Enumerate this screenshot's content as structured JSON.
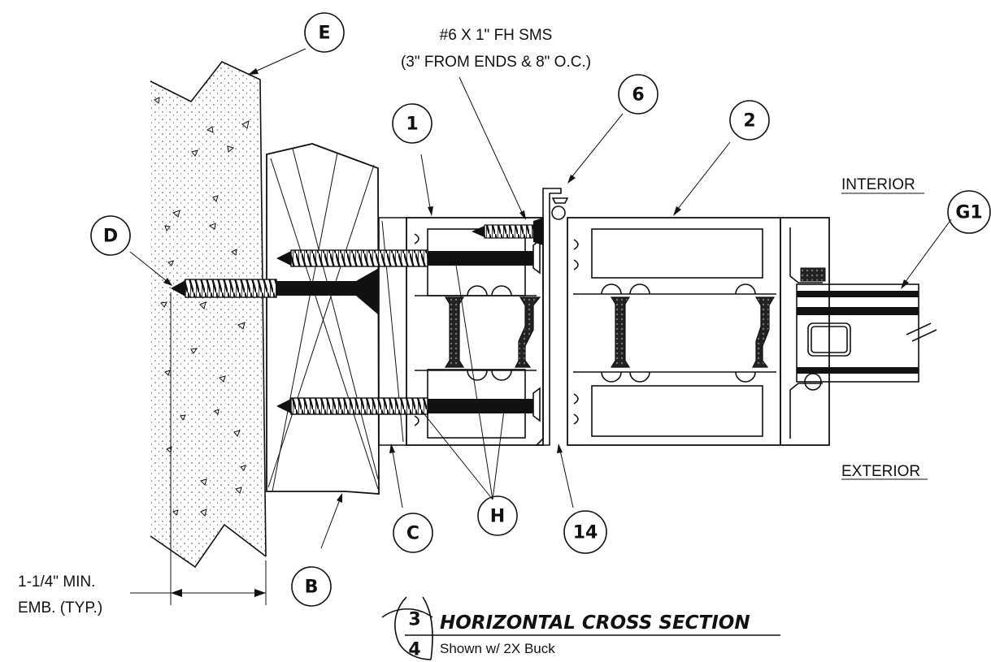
{
  "callouts": {
    "e": "E",
    "d": "D",
    "b": "B",
    "c": "C",
    "h": "H",
    "one": "1",
    "two": "2",
    "six": "6",
    "fourteen": "14",
    "g1": "G1"
  },
  "notes": {
    "screw_line1": "#6 X 1\" FH SMS",
    "screw_line2": "(3\" FROM ENDS & 8\" O.C.)",
    "interior": "INTERIOR",
    "exterior": "EXTERIOR",
    "emb_line1": "1-1/4\" MIN.",
    "emb_line2": "EMB. (TYP.)"
  },
  "section": {
    "number_top": "3",
    "number_bottom": "4",
    "title": "HORIZONTAL CROSS SECTION",
    "subtitle": "Shown w/ 2X Buck"
  }
}
